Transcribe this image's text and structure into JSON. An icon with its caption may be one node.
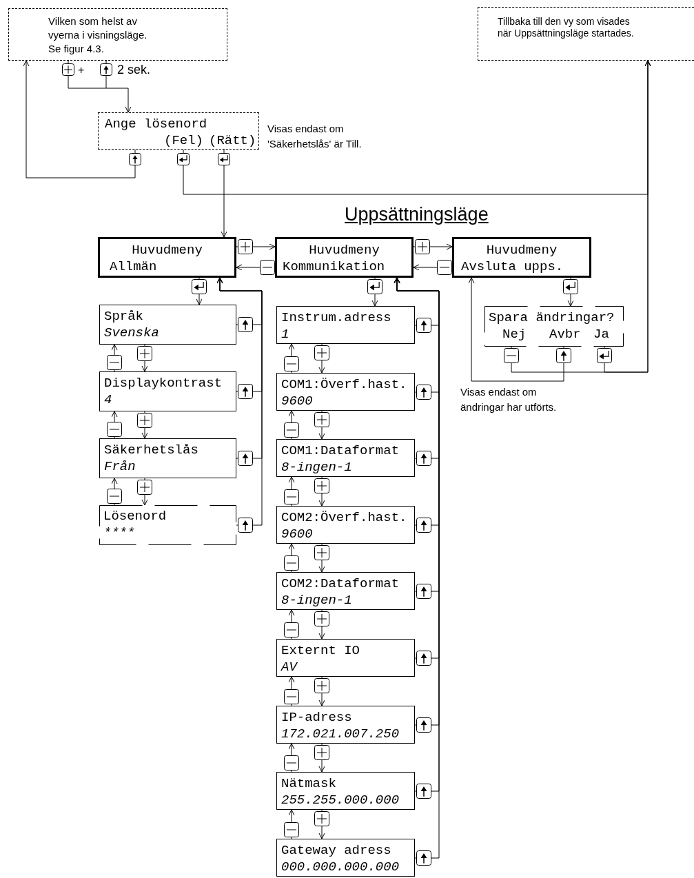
{
  "diagram": {
    "title": "Uppsättningsläge",
    "nodes": [
      {
        "text": [
          "Vilken som helst av vyerna i visningsläge. Se figur 4.3."
        ]
      },
      {
        "text": [
          "Tillbaka till den vy som visades när Uppsättningsläge startades."
        ]
      },
      {
        "text": [
          "Ange lösenord",
          "(Fel)",
          "(Rätt)"
        ],
        "beside": [
          "Visas endast om 'Säkerhetslås' är Till."
        ]
      },
      {
        "text": [
          "Huvudmeny",
          "Allmän"
        ]
      },
      {
        "text": [
          "Huvudmeny",
          "Kommunikation"
        ]
      },
      {
        "text": [
          "Huvudmeny",
          "Avsluta upps."
        ]
      },
      {
        "text": [
          "Språk",
          "Svenska"
        ]
      },
      {
        "text": [
          "Displaykontrast",
          "4"
        ]
      },
      {
        "text": [
          "Säkerhetslås",
          "Från"
        ]
      },
      {
        "text": [
          "Lösenord",
          "****"
        ]
      },
      {
        "text": [
          "Instrum.adress",
          "1"
        ]
      },
      {
        "text": [
          "COM1:Överf.hast.",
          "9600"
        ]
      },
      {
        "text": [
          "COM1:Dataformat",
          "8-ingen-1"
        ]
      },
      {
        "text": [
          "COM2:Överf.hast.",
          "9600"
        ]
      },
      {
        "text": [
          "COM2:Dataformat",
          "8-ingen-1"
        ]
      },
      {
        "text": [
          "Externt IO",
          "AV"
        ]
      },
      {
        "text": [
          "IP-adress",
          "172.021.007.250"
        ]
      },
      {
        "text": [
          "Nätmask",
          "255.255.000.000"
        ]
      },
      {
        "text": [
          "Gateway adress",
          "000.000.000.000"
        ]
      },
      {
        "text": [
          "Spara ändringar?",
          "Nej",
          "Avbr",
          "Ja"
        ],
        "beside": [
          "Visas endast om ändringar har utförts."
        ]
      }
    ],
    "edges": [
      {
        "from": 0,
        "to": 2,
        "arrow": "to"
      },
      {
        "from": 2,
        "to": 0,
        "arrow": "to"
      },
      {
        "from": 2,
        "to": 1,
        "arrow": "to"
      },
      {
        "from": 2,
        "to": 3,
        "arrow": "to"
      },
      {
        "from": 3,
        "to": 4,
        "arrow": "to"
      },
      {
        "from": 4,
        "to": 3,
        "arrow": "to"
      },
      {
        "from": 4,
        "to": 5,
        "arrow": "to"
      },
      {
        "from": 5,
        "to": 4,
        "arrow": "to"
      },
      {
        "from": 3,
        "to": 6,
        "arrow": "to"
      },
      {
        "from": 6,
        "to": 7,
        "arrow": "to"
      },
      {
        "from": 7,
        "to": 6,
        "arrow": "to"
      },
      {
        "from": 7,
        "to": 8,
        "arrow": "to"
      },
      {
        "from": 8,
        "to": 7,
        "arrow": "to"
      },
      {
        "from": 8,
        "to": 9,
        "arrow": "to"
      },
      {
        "from": 9,
        "to": 8,
        "arrow": "to"
      },
      {
        "from": 6,
        "to": 3,
        "arrow": "to"
      },
      {
        "from": 7,
        "to": 3,
        "arrow": "to"
      },
      {
        "from": 8,
        "to": 3,
        "arrow": "to"
      },
      {
        "from": 9,
        "to": 3,
        "arrow": "to"
      },
      {
        "from": 4,
        "to": 10,
        "arrow": "to"
      },
      {
        "from": 10,
        "to": 11,
        "arrow": "to"
      },
      {
        "from": 11,
        "to": 10,
        "arrow": "to"
      },
      {
        "from": 11,
        "to": 12,
        "arrow": "to"
      },
      {
        "from": 12,
        "to": 11,
        "arrow": "to"
      },
      {
        "from": 12,
        "to": 13,
        "arrow": "to"
      },
      {
        "from": 13,
        "to": 12,
        "arrow": "to"
      },
      {
        "from": 13,
        "to": 14,
        "arrow": "to"
      },
      {
        "from": 14,
        "to": 13,
        "arrow": "to"
      },
      {
        "from": 14,
        "to": 15,
        "arrow": "to"
      },
      {
        "from": 15,
        "to": 14,
        "arrow": "to"
      },
      {
        "from": 15,
        "to": 16,
        "arrow": "to"
      },
      {
        "from": 16,
        "to": 15,
        "arrow": "to"
      },
      {
        "from": 16,
        "to": 17,
        "arrow": "to"
      },
      {
        "from": 17,
        "to": 16,
        "arrow": "to"
      },
      {
        "from": 17,
        "to": 18,
        "arrow": "to"
      },
      {
        "from": 18,
        "to": 17,
        "arrow": "to"
      },
      {
        "from": 10,
        "to": 4,
        "arrow": "to"
      },
      {
        "from": 11,
        "to": 4,
        "arrow": "to"
      },
      {
        "from": 12,
        "to": 4,
        "arrow": "to"
      },
      {
        "from": 13,
        "to": 4,
        "arrow": "to"
      },
      {
        "from": 14,
        "to": 4,
        "arrow": "to"
      },
      {
        "from": 15,
        "to": 4,
        "arrow": "to"
      },
      {
        "from": 16,
        "to": 4,
        "arrow": "to"
      },
      {
        "from": 17,
        "to": 4,
        "arrow": "to"
      },
      {
        "from": 18,
        "to": 4,
        "arrow": "to"
      },
      {
        "from": 5,
        "to": 19,
        "arrow": "to"
      },
      {
        "from": 19,
        "to": 5,
        "arrow": "to"
      },
      {
        "from": 19,
        "to": 1,
        "arrow": "to"
      },
      {
        "from": 19,
        "to": 1,
        "arrow": "to"
      }
    ],
    "labels": [
      "+",
      "2 sek."
    ]
  }
}
